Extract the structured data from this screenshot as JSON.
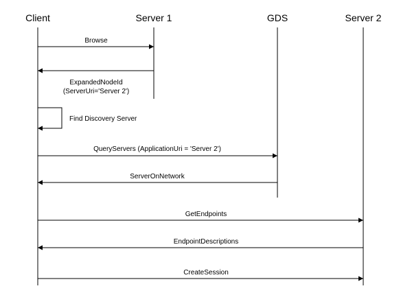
{
  "participants": {
    "client": "Client",
    "server1": "Server 1",
    "gds": "GDS",
    "server2": "Server 2"
  },
  "messages": {
    "browse": "Browse",
    "expanded_node_id": "ExpandedNodeId",
    "expanded_node_id_detail": "(ServerUri='Server 2')",
    "find_discovery_server": "Find Discovery Server",
    "query_servers": "QueryServers (ApplicationUri = 'Server 2')",
    "server_on_network": "ServerOnNetwork",
    "get_endpoints": "GetEndpoints",
    "endpoint_descriptions": "EndpointDescriptions",
    "create_session": "CreateSession"
  }
}
